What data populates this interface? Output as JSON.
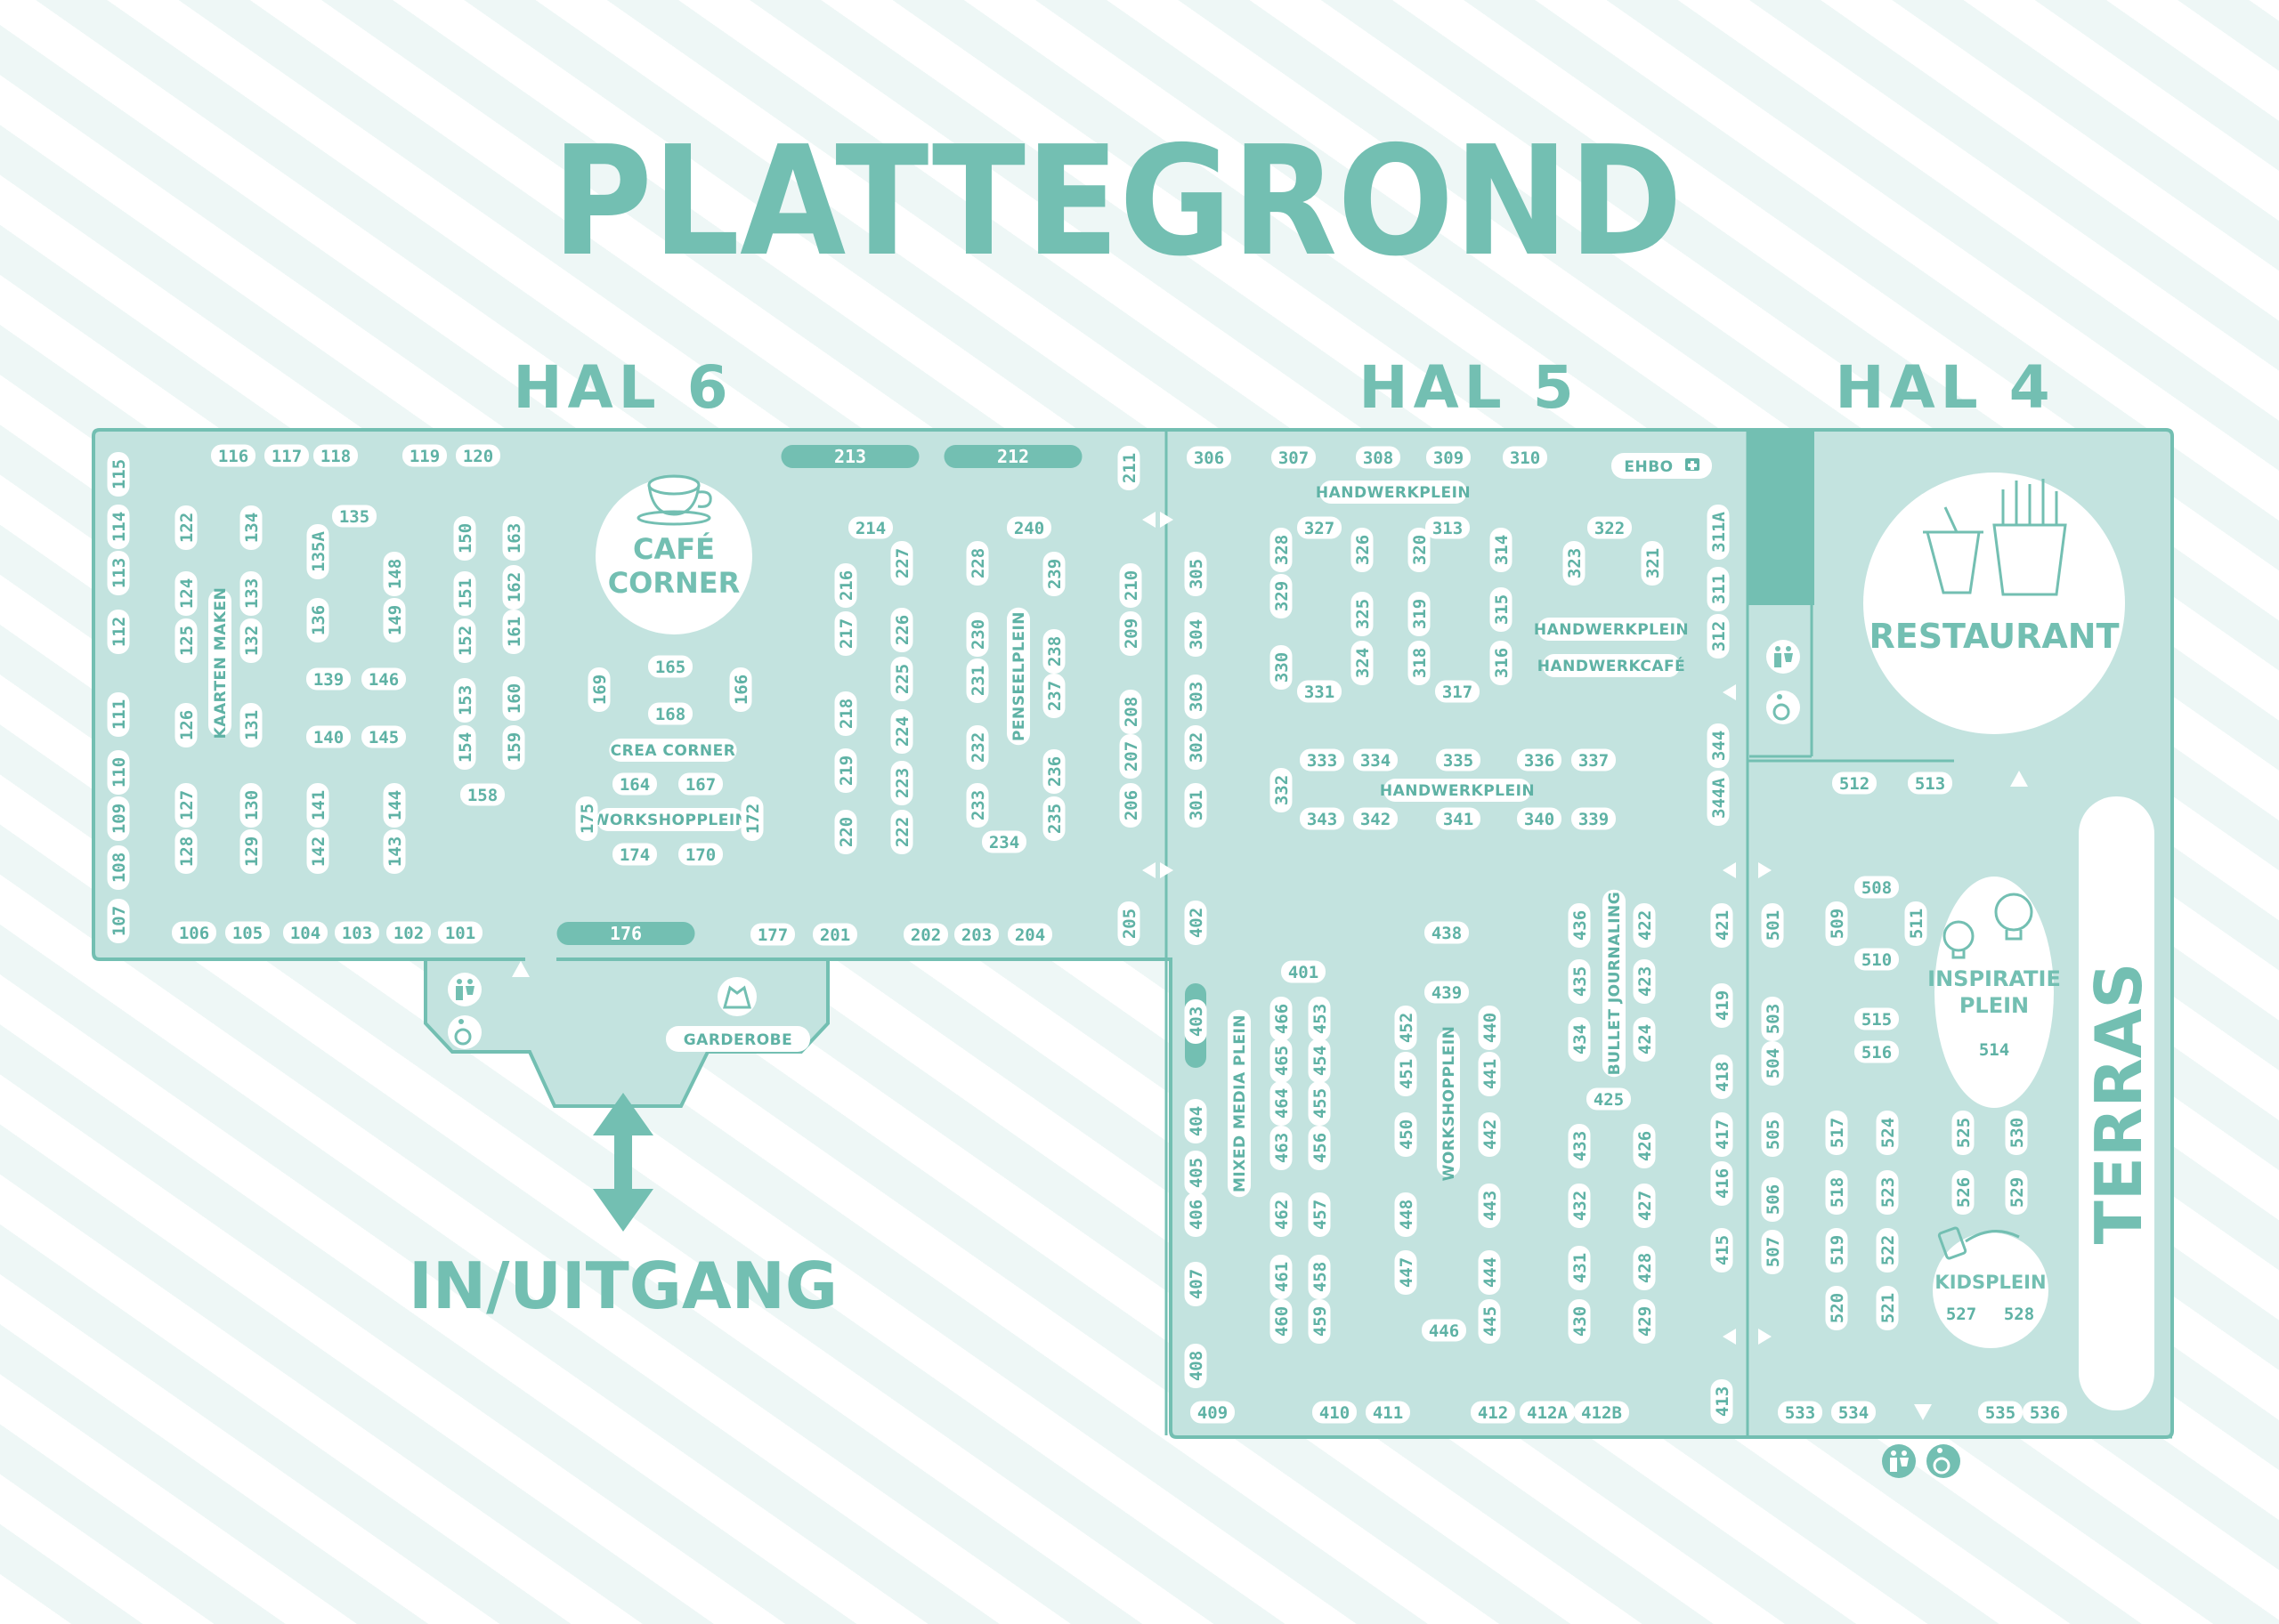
{
  "title": "PLATTEGROND",
  "halls": [
    "HAL 6",
    "HAL 5",
    "HAL 4"
  ],
  "exit_label": "IN/UITGANG",
  "poi": {
    "cafe_line1": "CAFÉ",
    "cafe_line2": "CORNER",
    "restaurant": "RESTAURANT",
    "inspiratie_line1": "INSPIRATIE",
    "inspiratie_line2": "PLEIN",
    "kidsplein": "KIDSPLEIN",
    "terras": "TERRAS",
    "ehbo": "EHBO"
  },
  "zone_labels": [
    "KAARTEN MAKEN",
    "CREA CORNER",
    "WORKSHOPPLEIN",
    "PENSEELPLEIN",
    "HANDWERKPLEIN",
    "HANDWERKPLEIN",
    "HANDWERKCAFÉ",
    "HANDWERKPLEIN",
    "GARDEROBE",
    "MIXED MEDIA PLEIN",
    "WORKSHOPPLEIN",
    "BULLET JOURNALING"
  ],
  "booths": [
    "115",
    "114",
    "113",
    "112",
    "111",
    "110",
    "109",
    "108",
    "107",
    "116",
    "117",
    "118",
    "119",
    "120",
    "122",
    "125",
    "124",
    "126",
    "127",
    "128",
    "134",
    "133",
    "132",
    "131",
    "130",
    "129",
    "135",
    "135A",
    "136",
    "139",
    "146",
    "140",
    "145",
    "141",
    "142",
    "144",
    "143",
    "148",
    "149",
    "150",
    "151",
    "152",
    "153",
    "154",
    "158",
    "163",
    "162",
    "161",
    "160",
    "159",
    "106",
    "105",
    "104",
    "103",
    "102",
    "101",
    "165",
    "168",
    "166",
    "169",
    "164",
    "167",
    "175",
    "172",
    "174",
    "170",
    "177",
    "201",
    "202",
    "203",
    "204",
    "214",
    "240",
    "216",
    "217",
    "218",
    "219",
    "220",
    "227",
    "226",
    "225",
    "224",
    "223",
    "222",
    "228",
    "230",
    "231",
    "232",
    "233",
    "234",
    "239",
    "238",
    "237",
    "236",
    "235",
    "210",
    "209",
    "208",
    "207",
    "206",
    "211",
    "205",
    "305",
    "304",
    "303",
    "302",
    "301",
    "306",
    "307",
    "308",
    "309",
    "310",
    "327",
    "313",
    "322",
    "328",
    "329",
    "330",
    "331",
    "326",
    "325",
    "324",
    "320",
    "319",
    "318",
    "317",
    "314",
    "315",
    "316",
    "323",
    "321",
    "311A",
    "311",
    "312",
    "344",
    "344A",
    "333",
    "334",
    "335",
    "336",
    "337",
    "332",
    "343",
    "342",
    "341",
    "340",
    "339",
    "402",
    "403",
    "404",
    "405",
    "406",
    "407",
    "408",
    "409",
    "401",
    "466",
    "465",
    "464",
    "463",
    "462",
    "461",
    "460",
    "453",
    "454",
    "455",
    "456",
    "457",
    "458",
    "459",
    "438",
    "439",
    "452",
    "451",
    "450",
    "448",
    "447",
    "446",
    "440",
    "441",
    "442",
    "443",
    "444",
    "445",
    "436",
    "435",
    "434",
    "433",
    "432",
    "431",
    "430",
    "422",
    "423",
    "424",
    "425",
    "426",
    "427",
    "428",
    "429",
    "421",
    "419",
    "418",
    "417",
    "416",
    "415",
    "413",
    "410",
    "411",
    "412",
    "412A",
    "412B",
    "501",
    "503",
    "504",
    "505",
    "506",
    "507",
    "508",
    "509",
    "511",
    "510",
    "515",
    "516",
    "514",
    "517",
    "518",
    "519",
    "520",
    "524",
    "523",
    "522",
    "521",
    "525",
    "526",
    "530",
    "529",
    "527",
    "528",
    "512",
    "513",
    "533",
    "534",
    "535",
    "536"
  ],
  "bars": [
    "213",
    "212",
    "176"
  ],
  "icons": [
    "cafe-cup-icon",
    "restaurant-food-icon",
    "lightbulb-icon",
    "thread-spool-icon",
    "toilet-icon",
    "wheelchair-icon",
    "coat-hanger-icon",
    "first-aid-icon",
    "exit-arrow-icon"
  ],
  "colors": {
    "floor": "#c3e3df",
    "accent": "#73bfb2",
    "booth": "#ffffff",
    "booth_text": "#5fb2a5"
  }
}
